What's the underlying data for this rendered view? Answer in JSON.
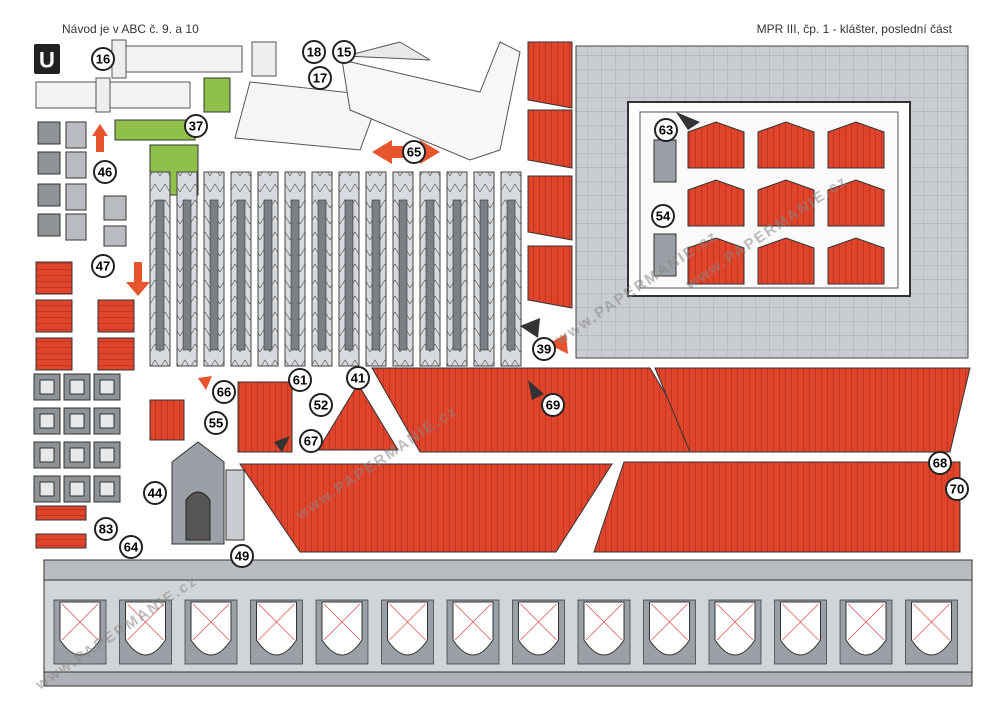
{
  "header": {
    "left_text": "Návod je v ABC č. 9. a 10",
    "right_text": "MPR III, čp. 1 - klášter, poslední část"
  },
  "sheet_letter": "U",
  "part_numbers": [
    "16",
    "18",
    "17",
    "15",
    "37",
    "46",
    "65",
    "47",
    "63",
    "54",
    "39",
    "66",
    "61",
    "41",
    "52",
    "69",
    "55",
    "67",
    "44",
    "68",
    "70",
    "83",
    "64",
    "49"
  ],
  "watermark": "www.PAPERMANIE.cz",
  "colors": {
    "roof_red": "#e0452c",
    "roof_dark": "#b83220",
    "grey_tile": "#c9ccd0",
    "window_grey": "#9aa0a6",
    "dark_arrow": "#333333",
    "orange_arrow": "#e8542e",
    "green_tab": "#8fc04a"
  }
}
